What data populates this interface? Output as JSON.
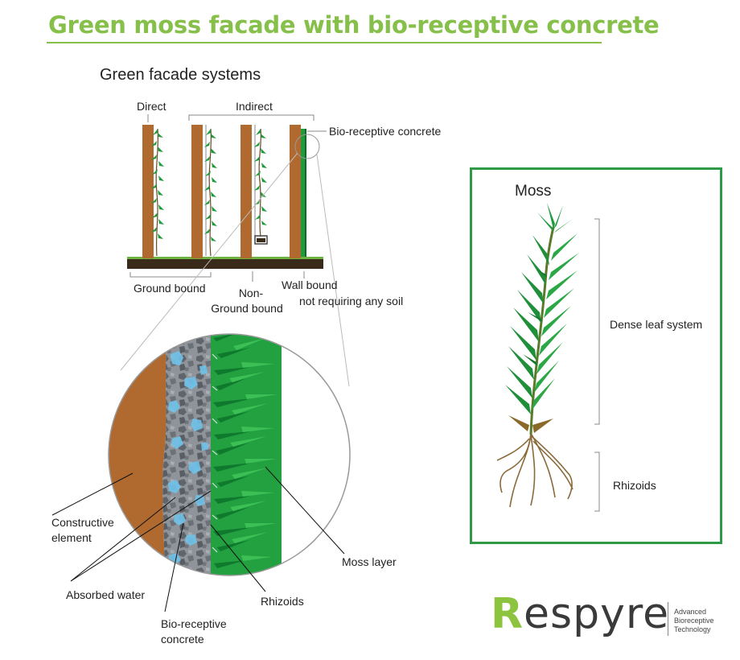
{
  "title": "Green moss facade with bio-receptive concrete",
  "facade": {
    "subtitle": "Green facade systems",
    "direct": "Direct",
    "indirect": "Indirect",
    "bio_concrete": "Bio-receptive concrete",
    "ground_bound": "Ground bound",
    "non_ground_1": "Non-",
    "non_ground_2": "Ground bound",
    "wall_bound_1": "Wall bound",
    "wall_bound_2": "not requiring any soil"
  },
  "section": {
    "constructive_1": "Constructive",
    "constructive_2": "element",
    "absorbed_water": "Absorbed water",
    "bio_1": "Bio-receptive",
    "bio_2": "concrete",
    "rhizoids": "Rhizoids",
    "moss_layer": "Moss layer"
  },
  "moss": {
    "title": "Moss",
    "dense_leaf": "Dense leaf system",
    "rhizoids": "Rhizoids"
  },
  "logo": {
    "r": "R",
    "rest": "espyre",
    "tag_1": "Advanced",
    "tag_2": "Bioreceptive",
    "tag_3": "Technology"
  },
  "colors": {
    "title_green": "#86bf4a",
    "wall_brown": "#b06a2f",
    "moss_green": "#1f9a3c",
    "soil": "#3a2a1a",
    "box_green": "#2e9a47"
  }
}
